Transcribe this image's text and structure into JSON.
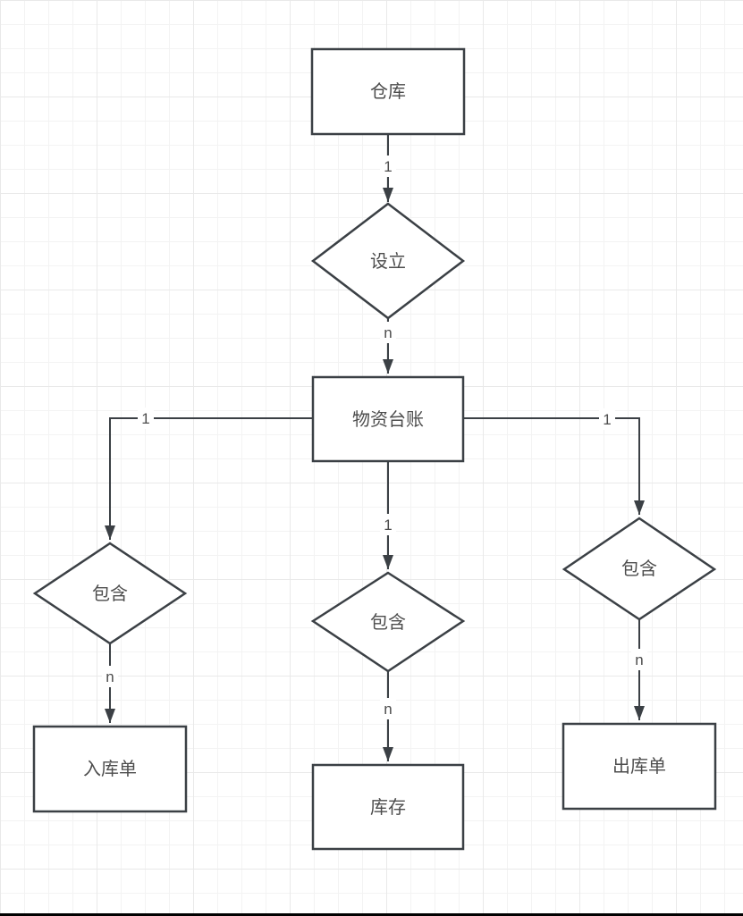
{
  "colors": {
    "stroke": "#3b4045",
    "text": "#4d4d4d",
    "node_fill": "#ffffff",
    "grid_minor": "#f3f3f3",
    "grid_major": "#e9e9e9",
    "bottom_border": "#000000"
  },
  "nodes": {
    "warehouse": {
      "label": "仓库",
      "type": "entity"
    },
    "establish": {
      "label": "设立",
      "type": "relationship"
    },
    "ledger": {
      "label": "物资台账",
      "type": "entity"
    },
    "contain_left": {
      "label": "包含",
      "type": "relationship"
    },
    "contain_mid": {
      "label": "包含",
      "type": "relationship"
    },
    "contain_right": {
      "label": "包含",
      "type": "relationship"
    },
    "inbound_order": {
      "label": "入库单",
      "type": "entity"
    },
    "stock": {
      "label": "库存",
      "type": "entity"
    },
    "outbound_order": {
      "label": "出库单",
      "type": "entity"
    }
  },
  "edge_labels": {
    "warehouse_to_establish": "1",
    "establish_to_ledger": "n",
    "ledger_to_contain_left": "1",
    "contain_left_to_inbound": "n",
    "ledger_to_contain_mid": "1",
    "contain_mid_to_stock": "n",
    "ledger_to_contain_right": "1",
    "contain_right_to_outbound": "n"
  }
}
